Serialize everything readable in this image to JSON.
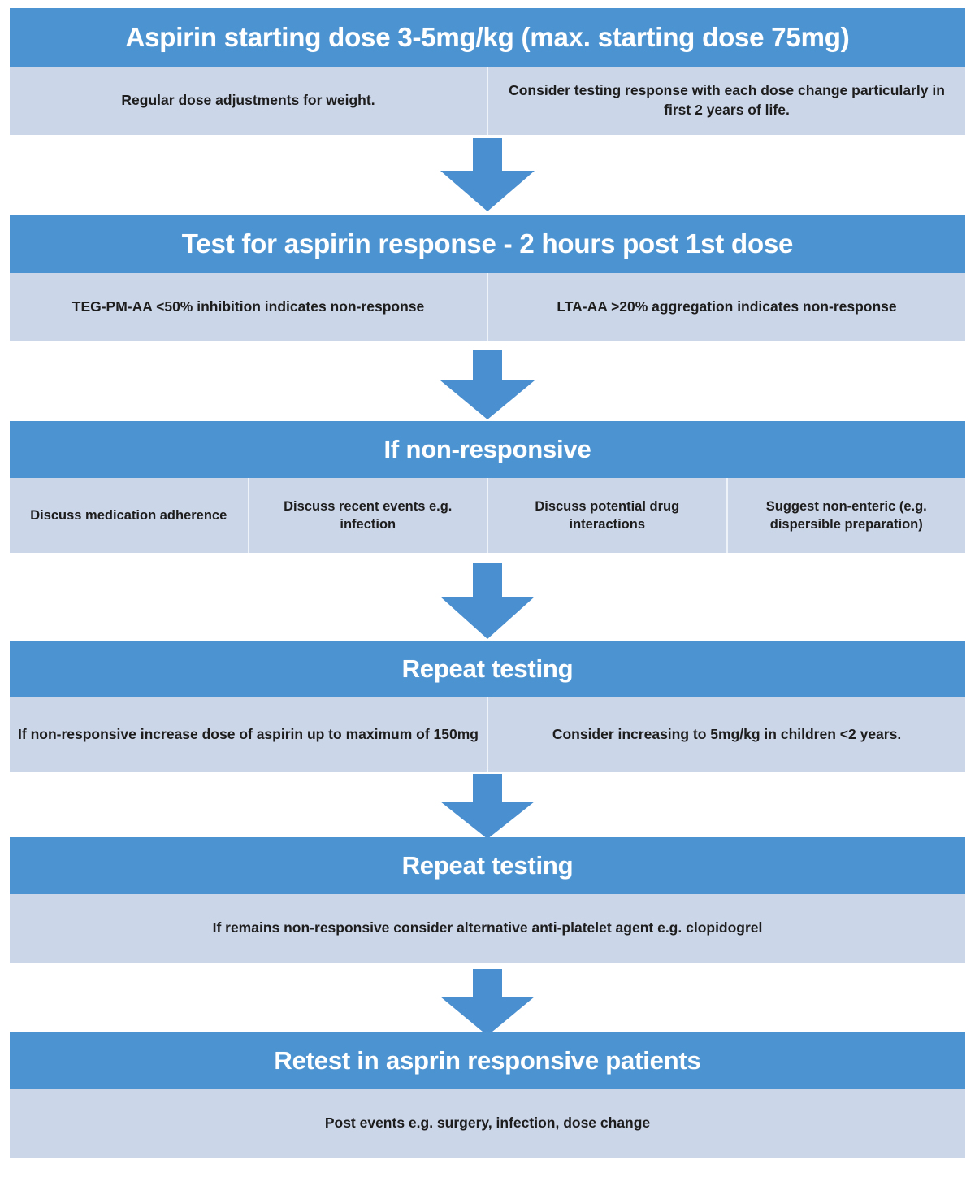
{
  "chart_data": {
    "type": "diagram",
    "title": "Aspirin response testing algorithm",
    "layout": "vertical flowchart, 6 stages connected by downward arrows",
    "stages": [
      {
        "header": "Aspirin starting dose 3-5mg/kg (max. starting dose 75mg)",
        "cells": [
          "Regular dose adjustments for weight.",
          "Consider testing response with each dose change particularly in first 2 years of life."
        ]
      },
      {
        "header": "Test for aspirin response -  2 hours post 1st dose",
        "cells": [
          "TEG-PM-AA <50% inhibition indicates non-response",
          "LTA-AA >20% aggregation indicates non-response"
        ]
      },
      {
        "header": "If non-responsive",
        "cells": [
          "Discuss medication adherence",
          "Discuss recent events e.g. infection",
          "Discuss potential drug interactions",
          "Suggest non-enteric (e.g. dispersible preparation)"
        ]
      },
      {
        "header": "Repeat testing",
        "cells": [
          "If non-responsive increase dose of aspirin up to maximum of 150mg",
          "Consider increasing to 5mg/kg in children <2 years."
        ]
      },
      {
        "header": "Repeat testing",
        "cells": [
          "If remains non-responsive consider alternative anti-platelet agent e.g. clopidogrel"
        ]
      },
      {
        "header": "Retest in asprin responsive patients",
        "cells": [
          "Post events e.g. surgery, infection,  dose change"
        ]
      }
    ],
    "connectors": [
      "down-arrow",
      "down-arrow",
      "down-arrow",
      "down-arrow",
      "down-arrow"
    ],
    "colors": {
      "header_blue": "#4b93d1",
      "body_light_blue": "#ccd6e9",
      "arrow_blue": "#4a8fd0",
      "header_text": "#ffffff",
      "body_text": "#1d1d1d",
      "background": "#ffffff",
      "divider": "#eef2f9"
    }
  },
  "flow": {
    "stage1": {
      "header": "Aspirin starting dose 3-5mg/kg (max. starting dose 75mg)",
      "cell1": "Regular dose adjustments for weight.",
      "cell2": "Consider testing response with each dose change particularly in first 2 years of life."
    },
    "stage2": {
      "header": "Test for aspirin response -  2 hours post 1st dose",
      "cell1": "TEG-PM-AA <50% inhibition indicates non-response",
      "cell2": "LTA-AA >20% aggregation indicates non-response"
    },
    "stage3": {
      "header": "If non-responsive",
      "cell1": "Discuss medication adherence",
      "cell2": "Discuss recent events e.g. infection",
      "cell3": "Discuss potential drug interactions",
      "cell4": "Suggest non-enteric (e.g. dispersible preparation)"
    },
    "stage4": {
      "header": "Repeat testing",
      "cell1": "If non-responsive increase dose of aspirin up to maximum of 150mg",
      "cell2": "Consider increasing to 5mg/kg in children <2 years."
    },
    "stage5": {
      "header": "Repeat testing",
      "cell1": "If remains non-responsive consider alternative anti-platelet agent e.g. clopidogrel"
    },
    "stage6": {
      "header": "Retest in asprin responsive patients",
      "cell1": "Post events e.g. surgery, infection,  dose change"
    }
  }
}
